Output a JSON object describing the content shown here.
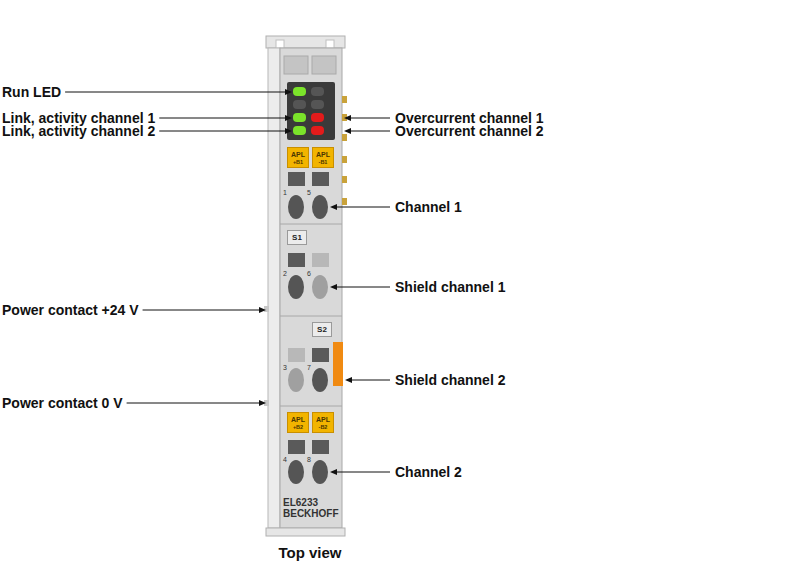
{
  "diagram": {
    "caption": "Top view",
    "nodes": [
      {
        "text": [
          "APL",
          "+B1"
        ]
      },
      {
        "text": [
          "APL",
          "-B1"
        ]
      },
      {
        "text": [
          "S1"
        ]
      },
      {
        "text": [
          "S2"
        ]
      },
      {
        "text": [
          "APL",
          "+B2"
        ]
      },
      {
        "text": [
          "APL",
          "-B2"
        ]
      }
    ],
    "labels": [
      "Run LED",
      "Link, activity channel 1",
      "Link, activity channel 2",
      "Overcurrent channel 1",
      "Overcurrent channel 2",
      "Channel 1",
      "Shield channel 1",
      "Power contact +24 V",
      "Shield channel 2",
      "Power contact 0 V",
      "Channel 2",
      "1",
      "5",
      "2",
      "6",
      "3",
      "7",
      "4",
      "8",
      "EL6233",
      "BECKHOFF"
    ]
  }
}
